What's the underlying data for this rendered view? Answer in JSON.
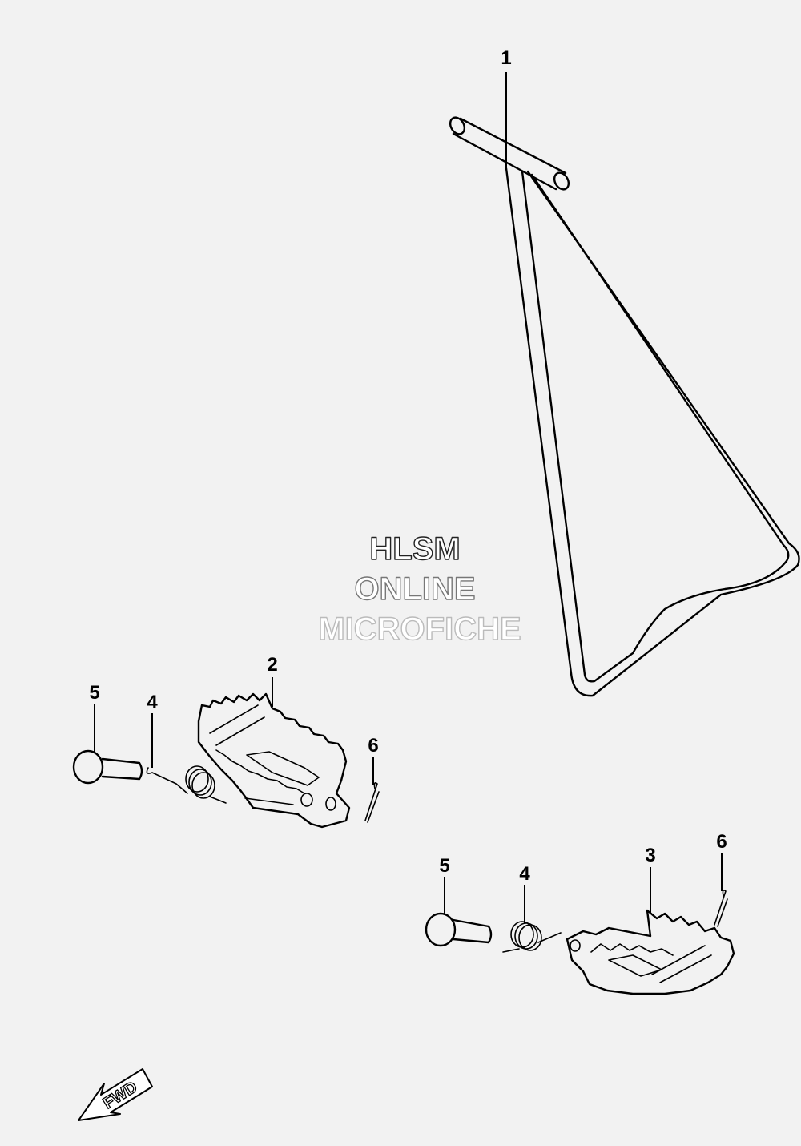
{
  "callouts": {
    "c1": "1",
    "c2": "2",
    "c3": "3",
    "c4a": "4",
    "c4b": "4",
    "c5a": "5",
    "c5b": "5",
    "c6a": "6",
    "c6b": "6"
  },
  "watermark": {
    "line1": "HLSM",
    "line2": "ONLINE",
    "line3": "MICROFICHE"
  },
  "direction_badge": {
    "label": "FWD"
  },
  "colors": {
    "background": "#f2f2f2",
    "line": "#000000"
  }
}
